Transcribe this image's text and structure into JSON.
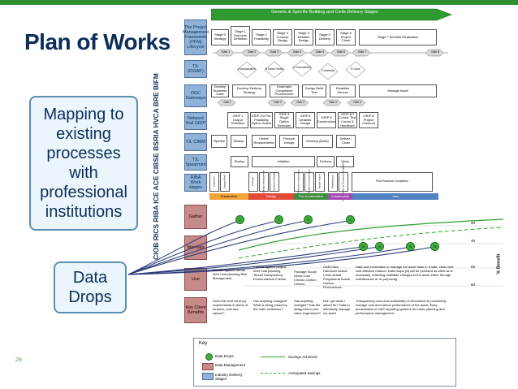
{
  "title": "Plan of Works",
  "callout_mapping": "Mapping to existing processes with professional institutions",
  "callout_drops": "Data Drops",
  "vertical_institutions": "CIOB RICS RIBA ICE ACE CIBSE BSRIA HVCA BRE BIFM",
  "page_number": "28",
  "banner": "Generic & Specific Building and Civils Delivery Stages",
  "rows": {
    "pfm": "The Project Management Framework (PFM) Lifecycle",
    "ogc": "TIL (OGAP)",
    "ogcgw": "OGC Gateways",
    "rail": "Network Rail GRIP",
    "cimm": "TIL CIMM",
    "spearmint": "TIL Spearmint",
    "riba": "RIBA Work stages",
    "gather": "Gather",
    "maintain": "Maintain",
    "use": "Use",
    "key_client_benefits": "Key Client Benefits"
  },
  "pfm_stages": [
    "Stage 0 Strategy",
    "Stage 1 Outcome Definition",
    "Stage 2 Feasibility",
    "Stage 3 Concept Design",
    "Stage 4 Detailed Design",
    "Stage 5 Delivery",
    "Stage 6 Project Close",
    "Stage 7 Benefits Realisation"
  ],
  "gates": [
    "Gate 1",
    "Gate 2",
    "Gate 3",
    "Gate 4",
    "Gate 5",
    "Gate 6",
    "Gate 7",
    "Gate 8"
  ],
  "ogc_diamonds": [
    "A Authorisation",
    "B Option Select",
    "C Procurement",
    "D Authority",
    "E Close"
  ],
  "ogc_gateways": [
    "Develop Business Case",
    "Develop Delivery Strategy",
    "Undertake Competitive Procurement",
    "Design Build Test",
    "Establish Service",
    "Manage Asset"
  ],
  "ogc_gate_labels": [
    "Gate 1",
    "Gate 2",
    "Gate 3",
    "Gate 4",
    "Gate 5"
  ],
  "grip": [
    "GRIP 1 Output Definition",
    "GRIP 2/3 Pre-Feasibility Option Select",
    "GRIP 4 Single Option Selection",
    "GRIP 5 Detailed Design",
    "GRIP 6 Construction",
    "GRIP 6/7 Constr. Test Comm & Handback",
    "GRIP 8 Project Closeout"
  ],
  "cimm": [
    "Pipeline",
    "Startup",
    "Define Requirements",
    "Procure Design",
    "Develop (Build)",
    "Deliver / Close"
  ],
  "spearmint": [
    "Startup",
    "Initiation",
    "Delivery",
    "Close"
  ],
  "riba": [
    "Appraisal",
    "Design Brief",
    "Concept",
    "Design Development",
    "Technical Design",
    "Production Information",
    "Tender Documentation",
    "Tender Action",
    "Mobilisation",
    "Construction to Practical Completion",
    "Post Practical Completion"
  ],
  "phases": [
    "Preparation",
    "Design",
    "Pre-Construction",
    "Construction",
    "Use"
  ],
  "gather_points": [
    "1",
    "2",
    "3",
    "4"
  ],
  "maintain_points": [
    "N",
    "N",
    "N",
    "N"
  ],
  "use_cols": [
    "Checks against clients brief Cost planning Risk Management",
    "Checks against project brief Cost planning Tender transparency Environmental Checks",
    "Package Scope check Cost Checks Carbon Checks",
    "O&M Data Handover Actual Costs Actual Programme Actual Carbon Performance",
    "Data and information to manage the asset base in a safe, clean and cost effective manner. Data drops (N) will be provided as often as is necessary, reflecting notifiable changes to the asset either through maintenance or re-purposing."
  ],
  "benefit_cols": [
    "Does the brief meet my requirements in terms of function, cost and carbon?",
    "Has anything changed? What is being priced by the main contractor?",
    "Has anything changed? Has the design been over value engineered?",
    "Did I get what I asked for? Data to effectively manage my asset",
    "Transparency and clear availability of information to proactively manage cost and carbon performance of the asset. Easy presentation of H&S reporting systems for future planning and performance management."
  ],
  "savings_axis": [
    "20",
    "40",
    "60",
    "80"
  ],
  "savings_label": "% Benefit",
  "key": {
    "title": "Key",
    "data_drops": "Data Drops",
    "data_management": "Data Management",
    "industry_stages": "Industry Delivery Stages",
    "savings_achieved": "Savings Achieved",
    "anticipated_savings": "Anticipated Savings"
  },
  "colors": {
    "accent_green": "#2f8f2f",
    "navy": "#0d2d5a",
    "row_blue": "#8fb2d6",
    "row_maroon": "#c78a8a",
    "phase_orange": "#f2a33a",
    "phase_red": "#e34a3a",
    "phase_blue": "#4f80c0"
  }
}
